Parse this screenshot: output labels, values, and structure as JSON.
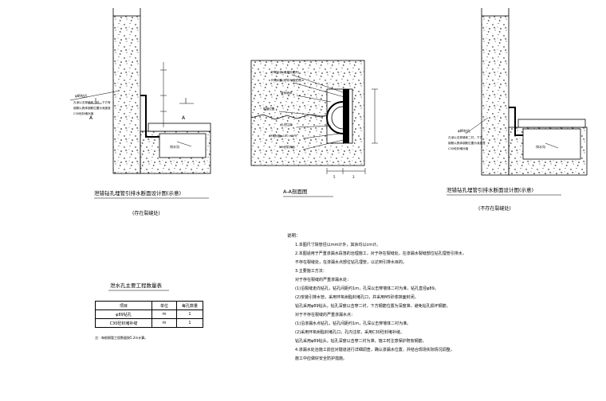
{
  "left_detail": {
    "title": "泄错钻孔埋管引排水断面设计图(示意)",
    "subtitle": "(存在裂缝处)",
    "section_marks": [
      "A",
      "A"
    ],
    "pipe_label": "φ89钻孔",
    "note_lines": [
      "孔深以击穿墙体二衬，下方有",
      "钢筋以具体钢筋位置为深度准",
      "C30砼封堵补缝"
    ],
    "channel_label": "排水沟"
  },
  "middle_detail": {
    "title": "A-A剖面图",
    "labels": [
      "环氧砂浆(堵漏处理剂)",
      "环氧树脂(砂浆勾缝处理)",
      "原有墙体",
      "裂缝位置",
      "孔内注浆",
      "环氧树脂φ100 HDPE",
      "M5砂浆抹面"
    ],
    "dims": [
      "5",
      "3"
    ]
  },
  "right_detail": {
    "title": "泄错钻孔埋管引排水断面设计图(示意)",
    "subtitle": "(不存在裂缝处)",
    "pipe_label": "φ89钻孔",
    "note_lines": [
      "孔深以击穿墙体二衬，下方",
      "钢筋以具体钢筋位置为深度准",
      "C30砼封堵补缝"
    ],
    "channel_label": "排水沟"
  },
  "table": {
    "title": "泄水孔主要工程数量表",
    "headers": [
      "项目",
      "单位",
      "每孔数量"
    ],
    "rows": [
      [
        "φ89钻孔",
        "m",
        "1"
      ],
      [
        "C30砼封堵补缝",
        "m",
        "1"
      ]
    ],
    "footnote": "注：每根钢管工程数量按5.2m计算。"
  },
  "notes": {
    "heading": "说明：",
    "lines": [
      "1.本图尺寸除管径以mm计外，其余均以cm计。",
      "2.本图适用于严重渗漏水段落的治理施工，对于存在裂缝处，在渗漏水裂缝部位钻孔埋管引排水，",
      "   不存在裂缝处，在渗漏水点部位钻孔埋管，以达到引排水目的。",
      "3.主要施工方法：",
      "   对于存在裂缝的严重渗漏水处：",
      "   (1)沿裂缝走向钻孔，钻孔间距约1m，孔深以击穿墙体二衬为准，钻孔直径φ89。",
      "   (2)安装引排水管，采用环氧树脂封堵孔口，并采用M5砂浆抹面封闭。",
      "   钻孔采用φ89钻头，钻孔深度以击穿二衬，下方钢筋位置为深度准，避免钻孔损坏钢筋。",
      "   对于不存在裂缝的严重渗漏水点：",
      "   (1)沿渗漏水点钻孔，钻孔间距约1m，孔深以击穿墙体二衬为准。",
      "   (2)采用环氧树脂封堵孔口，孔内注浆，采用C30砼封堵补缝。",
      "   钻孔采用φ89钻头，钻孔深度以击穿二衬为准，施工时注意保护既有钢筋。",
      "4.渗漏水处治施工前应对隧道进行详细调查，确认渗漏水位置，并结合现场实际情况调整，",
      "   施工中应做好安全防护措施。"
    ]
  }
}
